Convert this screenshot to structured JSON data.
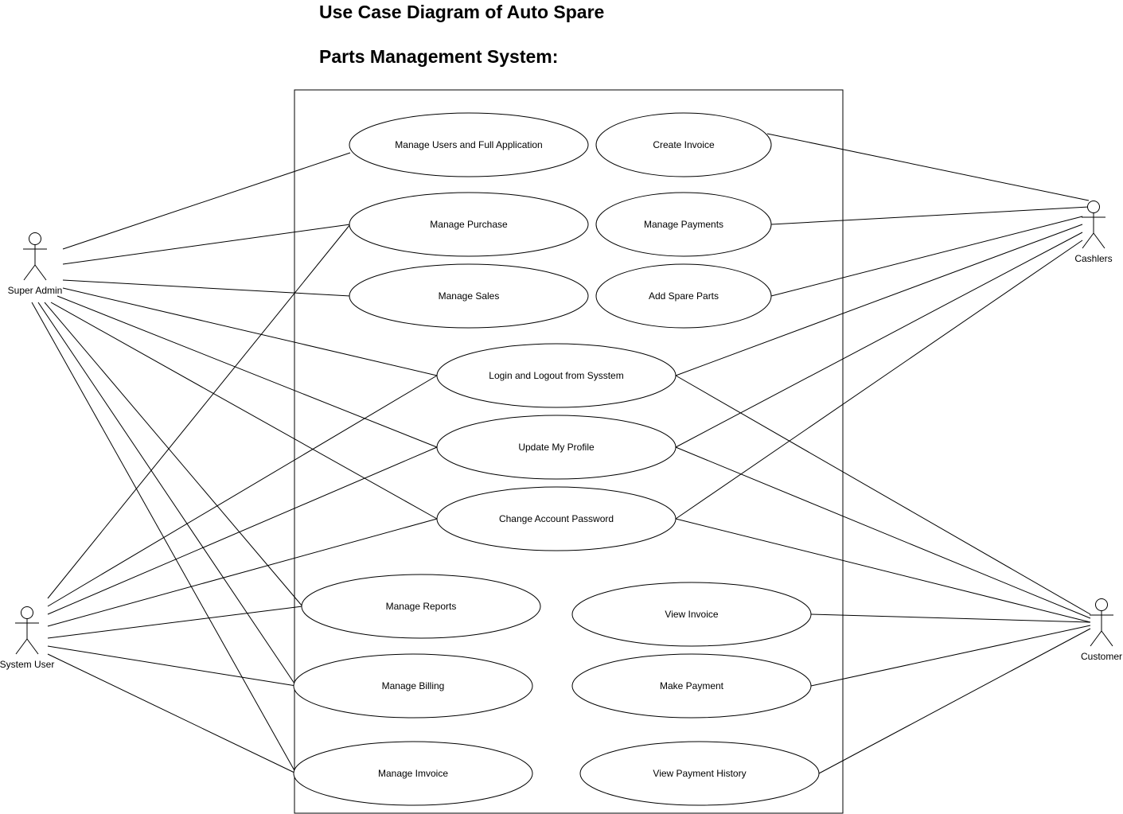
{
  "title": {
    "line1": "Use Case Diagram of Auto Spare",
    "line2": "Parts Management System:"
  },
  "actors": {
    "super_admin": "Super Admin",
    "system_user": "System User",
    "cashiers": "Cashlers",
    "customer": "Customer"
  },
  "use_cases": {
    "manage_users": "Manage Users and Full Application",
    "create_invoice": "Create Invoice",
    "manage_purchase": "Manage Purchase",
    "manage_payments": "Manage Payments",
    "manage_sales": "Manage Sales",
    "add_spare_parts": "Add Spare Parts",
    "login_logout": "Login and Logout from Sysstem",
    "update_profile": "Update My Profile",
    "change_password": "Change Account Password",
    "manage_reports": "Manage Reports",
    "view_invoice": "View Invoice",
    "manage_billing": "Manage Billing",
    "make_payment": "Make Payment",
    "manage_invoice": "Manage Imvoice",
    "view_payment_history": "View Payment History"
  }
}
